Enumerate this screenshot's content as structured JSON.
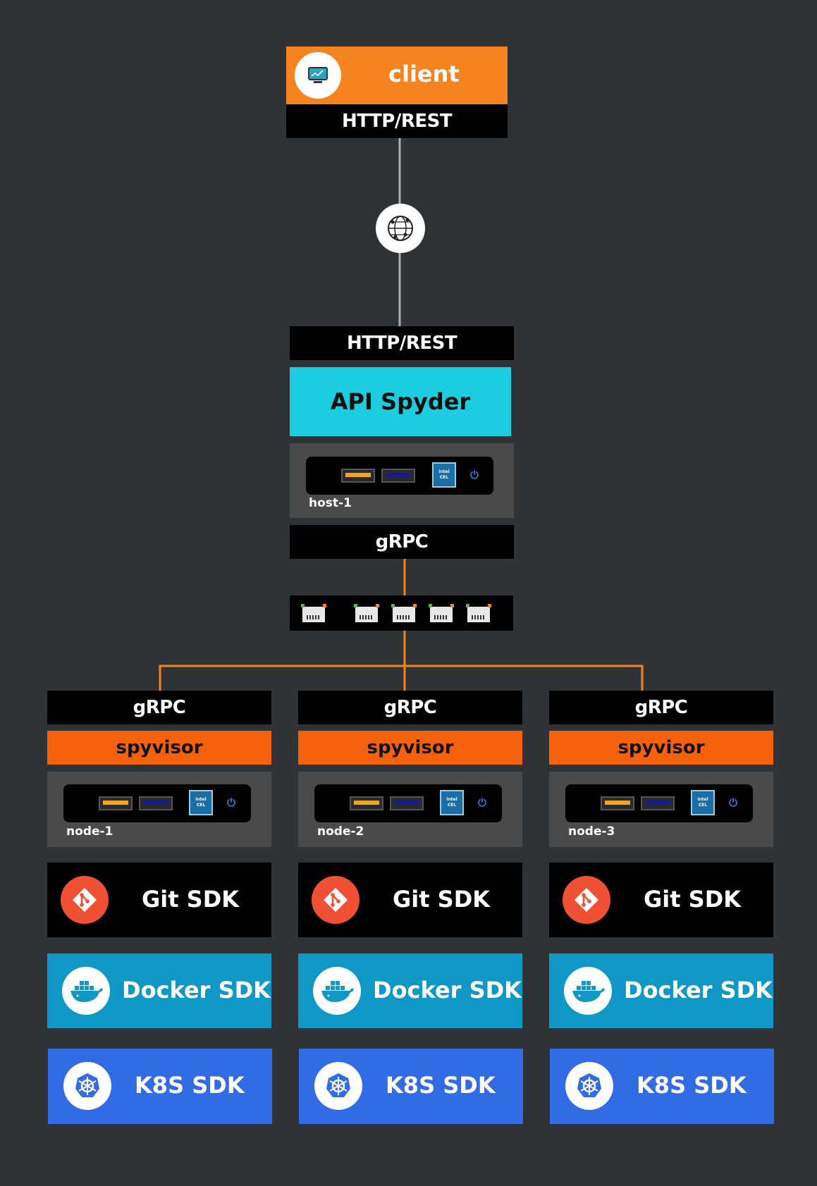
{
  "client": {
    "label": "client",
    "protocol": "HTTP/REST"
  },
  "api": {
    "protocol": "HTTP/REST",
    "label": "API Spyder",
    "host_label": "host-1",
    "grpc": "gRPC"
  },
  "nodes": [
    {
      "grpc": "gRPC",
      "service": "spyvisor",
      "machine": "node-1",
      "git": "Git SDK",
      "docker": "Docker SDK",
      "k8s": "K8S SDK"
    },
    {
      "grpc": "gRPC",
      "service": "spyvisor",
      "machine": "node-2",
      "git": "Git SDK",
      "docker": "Docker SDK",
      "k8s": "K8S SDK"
    },
    {
      "grpc": "gRPC",
      "service": "spyvisor",
      "machine": "node-3",
      "git": "Git SDK",
      "docker": "Docker SDK",
      "k8s": "K8S SDK"
    }
  ],
  "colors": {
    "background": "#303336",
    "client": "#f58320",
    "api": "#1ccde0",
    "spyvisor": "#f6620b",
    "git": "#f05033",
    "docker": "#0f97c6",
    "k8s": "#326ce5",
    "link_http": "#b0b0b0",
    "link_grpc": "#f58320"
  },
  "icons": {
    "client": "monitor-icon",
    "network": "globe-network-icon",
    "switch": "ethernet-port-icon",
    "git": "git-icon",
    "docker": "docker-whale-icon",
    "k8s": "kubernetes-helm-icon",
    "cpu": "cpu-chip-icon",
    "power": "power-icon"
  }
}
